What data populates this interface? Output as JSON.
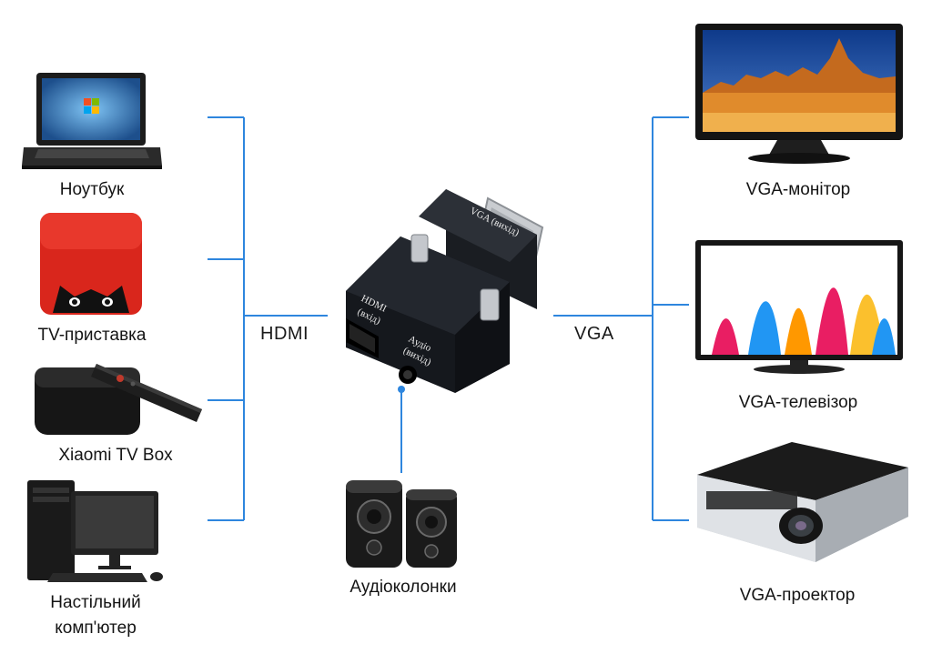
{
  "inputs": {
    "hub_label": "HDMI",
    "devices": [
      {
        "label": "Ноутбук",
        "icon": "laptop-icon"
      },
      {
        "label": "TV-приставка",
        "icon": "tv-box-icon"
      },
      {
        "label": "Xiaomi TV Box",
        "icon": "media-player-icon"
      },
      {
        "label": "Настільний",
        "label2": "комп'ютер",
        "icon": "desktop-computer-icon"
      }
    ]
  },
  "outputs": {
    "hub_label": "VGA",
    "devices": [
      {
        "label": "VGA-монітор",
        "icon": "monitor-icon"
      },
      {
        "label": "VGA-телевізор",
        "icon": "tv-icon"
      },
      {
        "label": "VGA-проектор",
        "icon": "projector-icon"
      }
    ]
  },
  "audio": {
    "label": "Аудіоколонки",
    "icon": "speakers-icon"
  },
  "adapter": {
    "vga_port_label": "VGA (вихід)",
    "hdmi_label": "HDMI",
    "hdmi_sub": "(вхід)",
    "audio_label": "Аудіо",
    "audio_sub": "(вихід)"
  },
  "colors": {
    "line": "#2e86de",
    "device_dark": "#1b1b1b",
    "box_red": "#d9261c"
  }
}
